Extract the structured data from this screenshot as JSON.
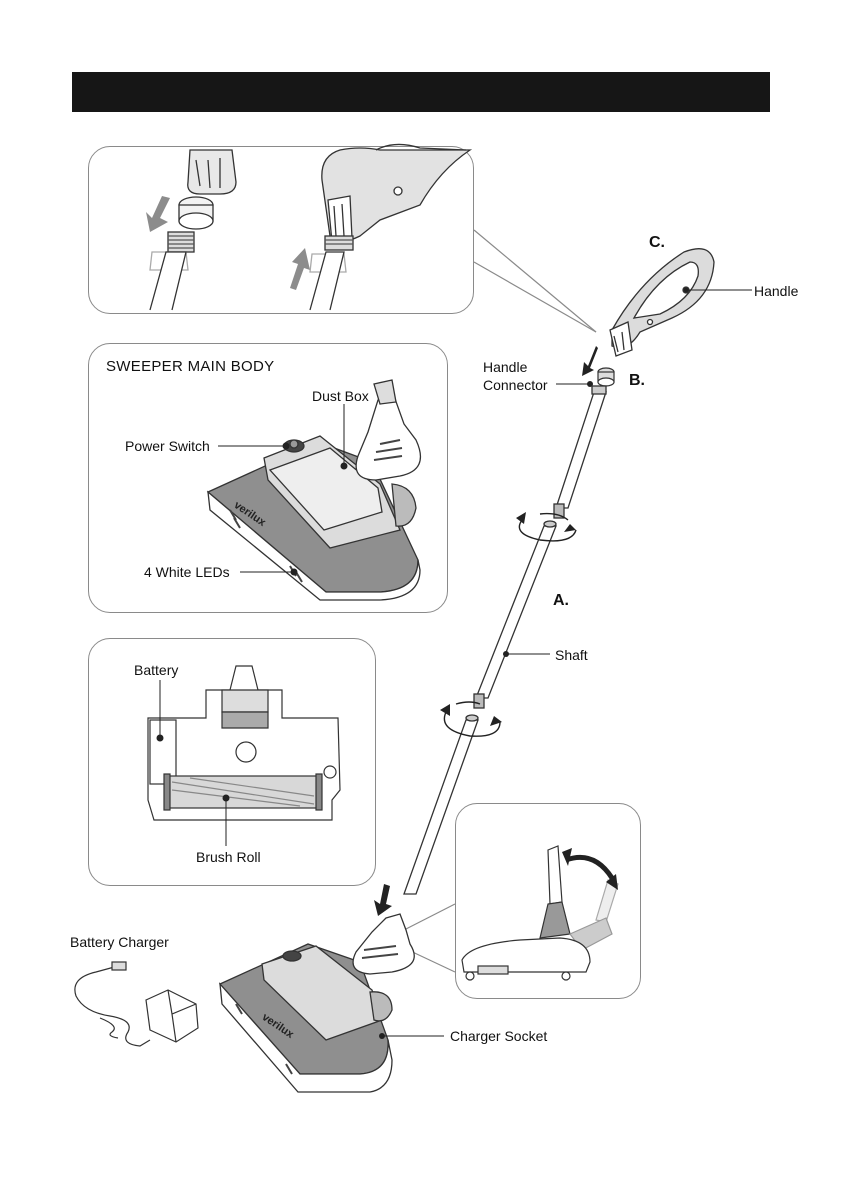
{
  "header": {
    "title": ""
  },
  "steps": {
    "a": "A.",
    "b": "B.",
    "c": "C."
  },
  "labels": {
    "handle": "Handle",
    "handle_connector_1": "Handle",
    "handle_connector_2": "Connector",
    "shaft": "Shaft",
    "charger_socket": "Charger Socket",
    "battery_charger": "Battery Charger"
  },
  "main_body_panel": {
    "title": "SWEEPER MAIN BODY",
    "dust_box": "Dust Box",
    "power_switch": "Power Switch",
    "white_leds": "4 White LEDs",
    "brand": "verilux"
  },
  "bottom_panel": {
    "battery": "Battery",
    "brush_roll": "Brush Roll"
  },
  "colors": {
    "header": "#161616",
    "panel_border": "#8a8a8a",
    "arrow_grey": "#8c8c8c",
    "body_grey": "#8f8f8f"
  }
}
